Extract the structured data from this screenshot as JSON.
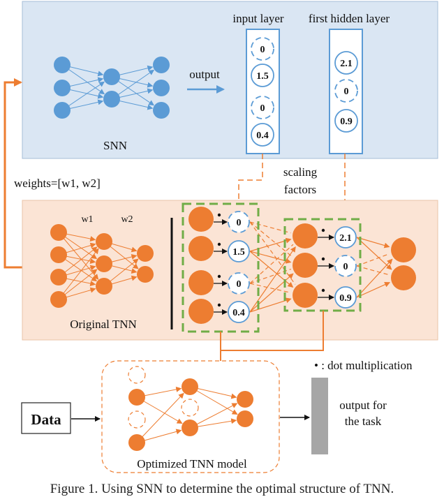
{
  "snn": {
    "label": "SNN",
    "output_label": "output",
    "input_layer_title": "input layer",
    "hidden_layer_title": "first hidden layer",
    "input_values": [
      "0",
      "1.5",
      "0",
      "0.4"
    ],
    "hidden_values": [
      "2.1",
      "0",
      "0.9"
    ]
  },
  "weights_label": "weights=[w1, w2]",
  "scaling_label_line1": "scaling",
  "scaling_label_line2": "factors",
  "tnn": {
    "label": "Original TNN",
    "w1_label": "w1",
    "w2_label": "w2",
    "input_factors": [
      "0",
      "1.5",
      "0",
      "0.4"
    ],
    "hidden_factors": [
      "2.1",
      "0",
      "0.9"
    ]
  },
  "legend": "• : dot multiplication",
  "data_label": "Data",
  "optimized_label": "Optimized TNN model",
  "output_task_line1": "output for",
  "output_task_line2": "the task",
  "caption": "Figure 1. Using SNN to determine the optimal structure of TNN.",
  "colors": {
    "blue_node": "#5b9bd5",
    "orange_node": "#ed7d31",
    "snn_panel": "#dae6f3",
    "tnn_panel": "#fbe4d5",
    "dashed_green": "#70ad47",
    "arrow_orange": "#ed7d31"
  }
}
